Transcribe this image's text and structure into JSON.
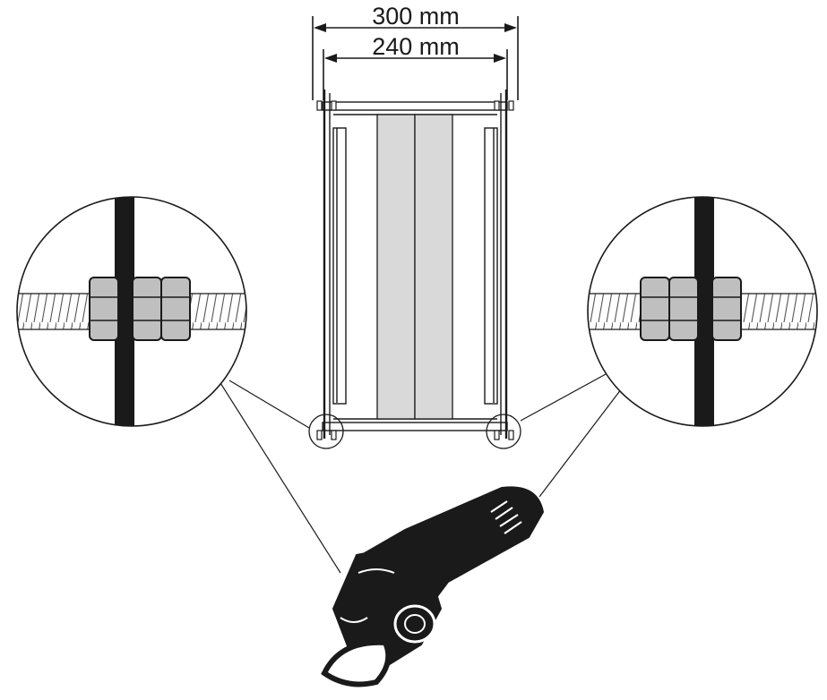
{
  "dimensions": {
    "outer_label": "300 mm",
    "inner_label": "240 mm"
  },
  "colors": {
    "line": "#1a1a1a",
    "nut_fill": "#bfbfbf",
    "panel_fill": "#d9d9d9",
    "background": "#ffffff"
  },
  "icons": [
    "detail-magnifier",
    "hex-nut",
    "threaded-rod",
    "angle-grinder"
  ]
}
